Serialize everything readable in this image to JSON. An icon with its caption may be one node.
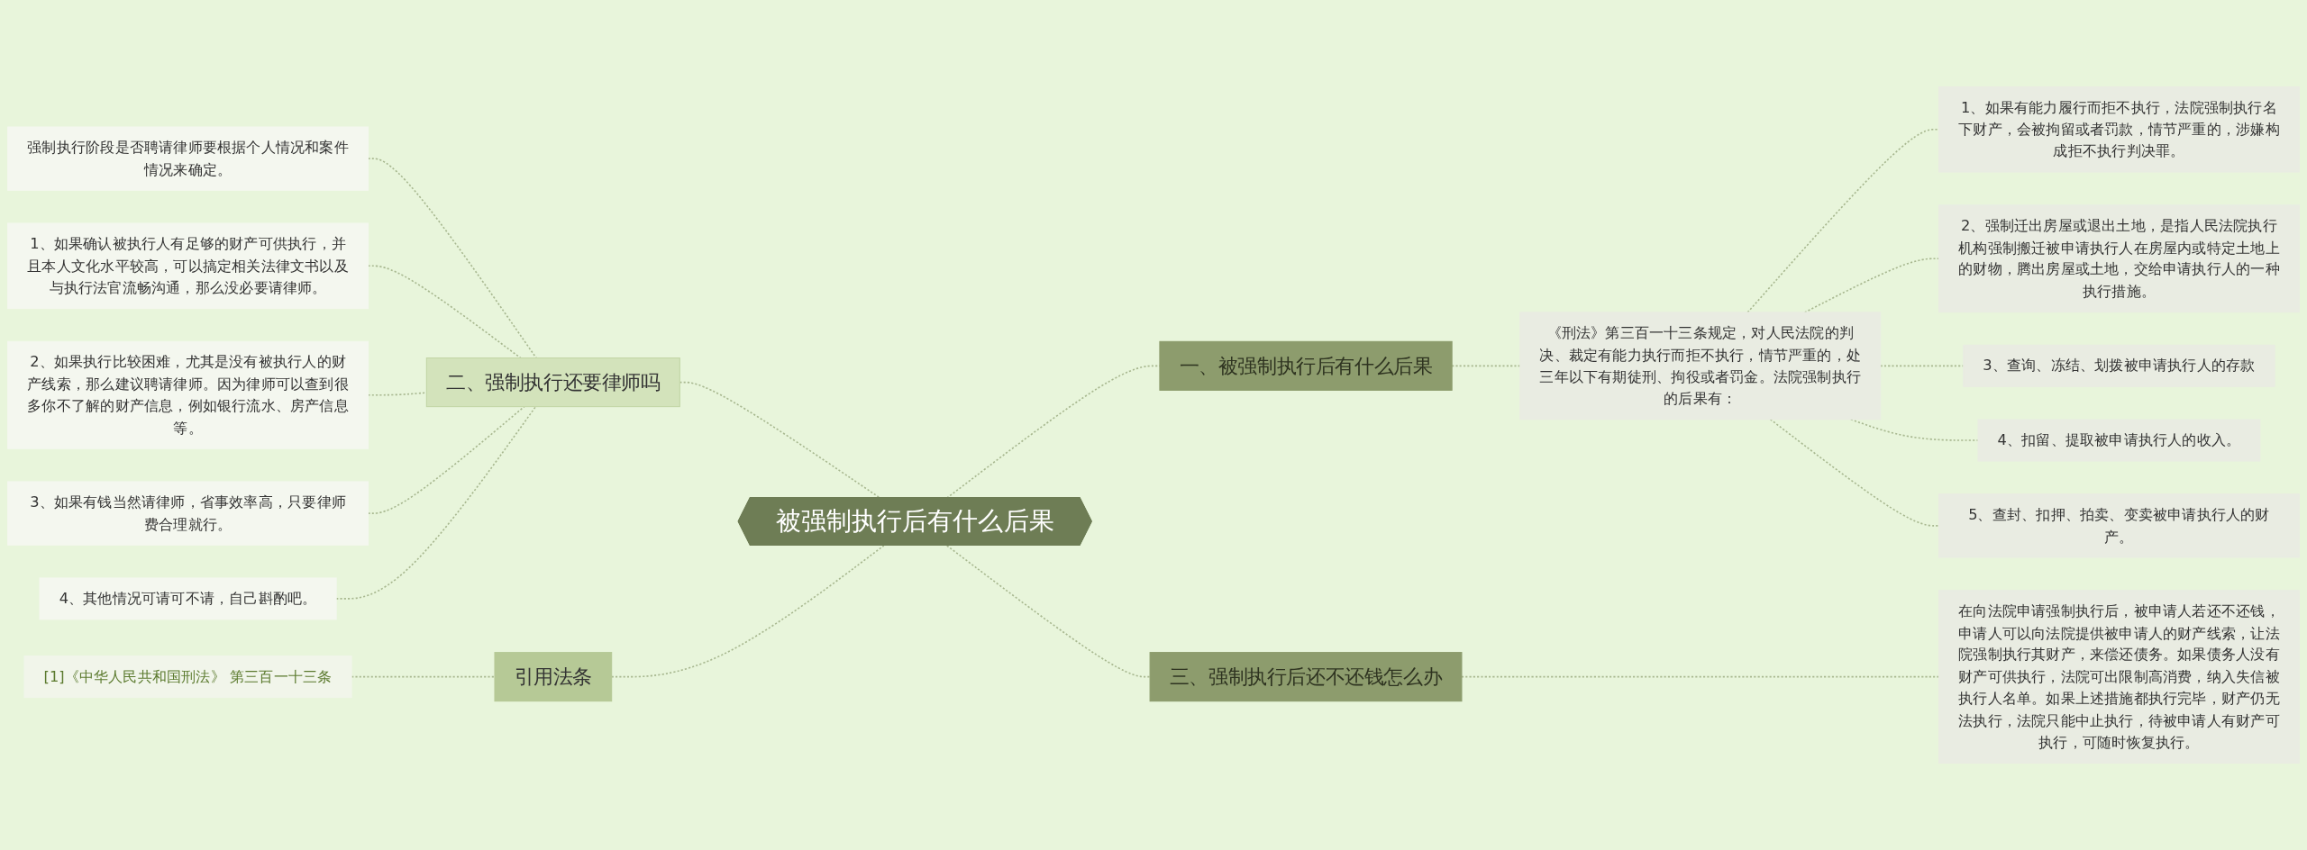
{
  "diagram": {
    "nodes": [
      {
        "text": [
          "被强制执行后有什么后果"
        ]
      },
      {
        "text": [
          "一、被强制执行后有什么后果"
        ]
      },
      {
        "text": [
          "《刑法》第三百一十三条规定，对人民法院的判决、裁定有能力执行而拒不执行，情节严重的，处三年以下有期徒刑、拘役或者罚金。法院强制执行的后果有："
        ]
      },
      {
        "text": [
          "1、如果有能力履行而拒不执行，法院强制执行名下财产，会被拘留或者罚款，情节严重的，涉嫌构成拒不执行判决罪。"
        ]
      },
      {
        "text": [
          "2、强制迁出房屋或退出土地，是指人民法院执行机构强制搬迁被申请执行人在房屋内或特定土地上的财物，腾出房屋或土地，交给申请执行人的一种执行措施。"
        ]
      },
      {
        "text": [
          "3、查询、冻结、划拨被申请执行人的存款"
        ]
      },
      {
        "text": [
          "4、扣留、提取被申请执行人的收入。"
        ]
      },
      {
        "text": [
          "5、查封、扣押、拍卖、变卖被申请执行人的财产。"
        ]
      },
      {
        "text": [
          "三、强制执行后还不还钱怎么办"
        ]
      },
      {
        "text": [
          "在向法院申请强制执行后，被申请人若还不还钱，申请人可以向法院提供被申请人的财产线索，让法院强制执行其财产，来偿还债务。如果债务人没有财产可供执行，法院可出限制高消费，纳入失信被执行人名单。如果上述措施都执行完毕，财产仍无法执行，法院只能中止执行，待被申请人有财产可执行，可随时恢复执行。"
        ]
      },
      {
        "text": [
          "二、强制执行还要律师吗"
        ]
      },
      {
        "text": [
          "强制执行阶段是否聘请律师要根据个人情况和案件情况来确定。"
        ]
      },
      {
        "text": [
          "1、如果确认被执行人有足够的财产可供执行，并且本人文化水平较高，可以搞定相关法律文书以及与执行法官流畅沟通，那么没必要请律师。"
        ]
      },
      {
        "text": [
          "2、如果执行比较困难，尤其是没有被执行人的财产线索，那么建议聘请律师。因为律师可以查到很多你不了解的财产信息，例如银行流水、房产信息等。"
        ]
      },
      {
        "text": [
          "3、如果有钱当然请律师，省事效率高，只要律师费合理就行。"
        ]
      },
      {
        "text": [
          "4、其他情况可请可不请，自己斟酌吧。"
        ]
      },
      {
        "text": [
          "引用法条"
        ]
      },
      {
        "text": [
          "[1]《中华人民共和国刑法》 第三百一十三条"
        ]
      }
    ],
    "edges": [
      {
        "from": 0,
        "to": 1,
        "arrow": "none",
        "style": "dashed"
      },
      {
        "from": 1,
        "to": 2,
        "arrow": "none",
        "style": "dashed"
      },
      {
        "from": 2,
        "to": 3,
        "arrow": "none",
        "style": "dashed"
      },
      {
        "from": 2,
        "to": 4,
        "arrow": "none",
        "style": "dashed"
      },
      {
        "from": 2,
        "to": 5,
        "arrow": "none",
        "style": "dashed"
      },
      {
        "from": 2,
        "to": 6,
        "arrow": "none",
        "style": "dashed"
      },
      {
        "from": 2,
        "to": 7,
        "arrow": "none",
        "style": "dashed"
      },
      {
        "from": 0,
        "to": 8,
        "arrow": "none",
        "style": "dashed"
      },
      {
        "from": 8,
        "to": 9,
        "arrow": "none",
        "style": "dashed"
      },
      {
        "from": 0,
        "to": 10,
        "arrow": "none",
        "style": "dashed"
      },
      {
        "from": 10,
        "to": 11,
        "arrow": "none",
        "style": "dashed"
      },
      {
        "from": 10,
        "to": 12,
        "arrow": "none",
        "style": "dashed"
      },
      {
        "from": 10,
        "to": 13,
        "arrow": "none",
        "style": "dashed"
      },
      {
        "from": 10,
        "to": 14,
        "arrow": "none",
        "style": "dashed"
      },
      {
        "from": 10,
        "to": 15,
        "arrow": "none",
        "style": "dashed"
      },
      {
        "from": 0,
        "to": 16,
        "arrow": "none",
        "style": "dashed"
      },
      {
        "from": 16,
        "to": 17,
        "arrow": "none",
        "style": "dashed"
      }
    ]
  }
}
